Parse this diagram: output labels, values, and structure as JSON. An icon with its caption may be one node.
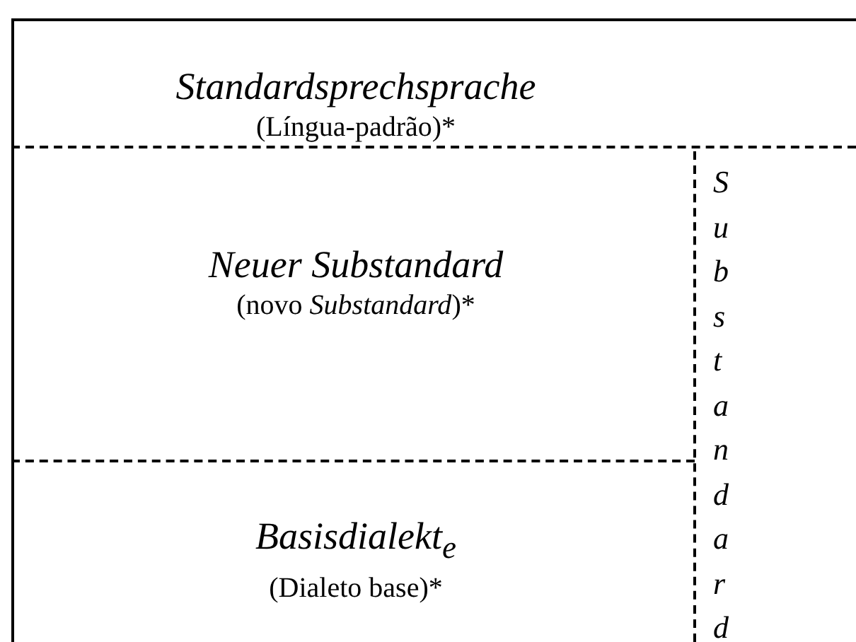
{
  "diagram": {
    "nodes": [
      {
        "text": [
          "Standardsprechsprache",
          "(Língua-padrão)*"
        ]
      },
      {
        "text": [
          "Neuer Substandard",
          "(novo *Substandard*)*"
        ]
      },
      {
        "text": [
          "Basisdialekt$_{e}$",
          "(Dialeto base)*"
        ]
      },
      {
        "text": [
          "Substandard"
        ]
      }
    ]
  }
}
